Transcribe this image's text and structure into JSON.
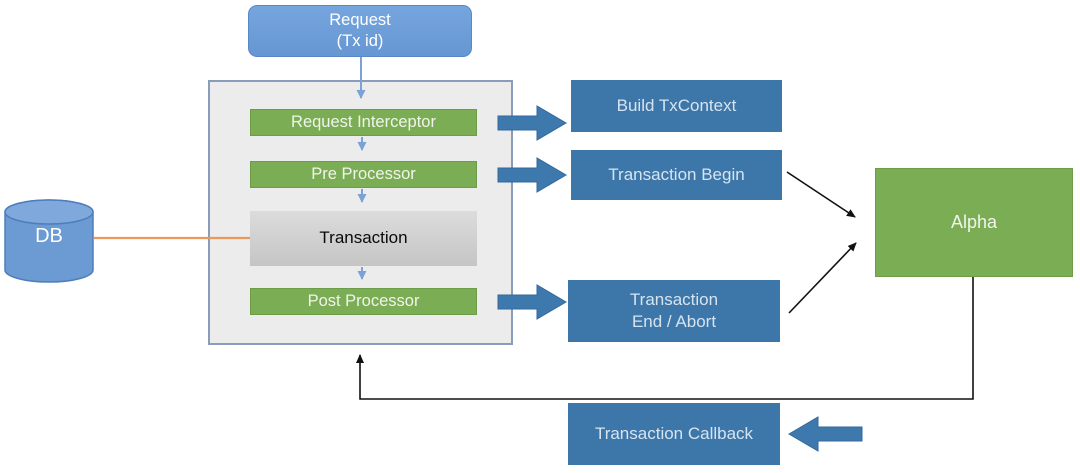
{
  "diagram": {
    "title": "transaction-interceptor-flow",
    "nodes": {
      "request": "Request\n(Tx id)",
      "request_interceptor": "Request Interceptor",
      "pre_processor": "Pre Processor",
      "transaction": "Transaction",
      "post_processor": "Post Processor",
      "db": "DB",
      "build_txcontext": "Build TxContext",
      "transaction_begin": "Transaction Begin",
      "transaction_end_abort": "Transaction\nEnd / Abort",
      "transaction_callback": "Transaction Callback",
      "alpha": "Alpha"
    },
    "palette": {
      "light_blue_node": "#6D9ED9",
      "dark_blue_node": "#3D76A9",
      "green_node": "#7BAD55",
      "panel_fill": "#ECECEC",
      "panel_border": "#8A9CBC",
      "gray_node": "#D0D0D0",
      "thick_arrow_blue": "#3E79AE",
      "thin_arrow_blue": "#7BA2D6",
      "db_link_orange": "#E8995B",
      "black_line": "#111111"
    }
  }
}
